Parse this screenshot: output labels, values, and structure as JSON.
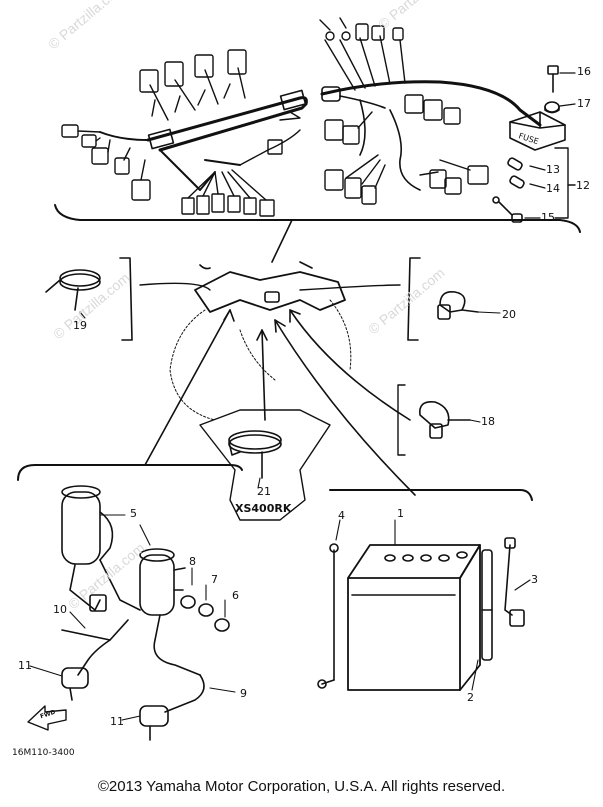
{
  "diagram": {
    "part_labels": [
      {
        "id": "label-1",
        "text": "1"
      },
      {
        "id": "label-2",
        "text": "2"
      },
      {
        "id": "label-3",
        "text": "3"
      },
      {
        "id": "label-4",
        "text": "4"
      },
      {
        "id": "label-5",
        "text": "5"
      },
      {
        "id": "label-6",
        "text": "6"
      },
      {
        "id": "label-7",
        "text": "7"
      },
      {
        "id": "label-8",
        "text": "8"
      },
      {
        "id": "label-9",
        "text": "9"
      },
      {
        "id": "label-10",
        "text": "10"
      },
      {
        "id": "label-11a",
        "text": "11"
      },
      {
        "id": "label-11b",
        "text": "11"
      },
      {
        "id": "label-12",
        "text": "12"
      },
      {
        "id": "label-13",
        "text": "13"
      },
      {
        "id": "label-14",
        "text": "14"
      },
      {
        "id": "label-15",
        "text": "15"
      },
      {
        "id": "label-16",
        "text": "16"
      },
      {
        "id": "label-17",
        "text": "17"
      },
      {
        "id": "label-18",
        "text": "18"
      },
      {
        "id": "label-19",
        "text": "19"
      },
      {
        "id": "label-20",
        "text": "20"
      },
      {
        "id": "label-21",
        "text": "21"
      }
    ],
    "variant_label": "XS400RK",
    "part_code": "16M110-3400",
    "forward_arrow": "FWD",
    "fuse_box_text": "FUSE",
    "watermark_text": "© Partzilla.com"
  },
  "footer": {
    "copyright": "©2013  Yamaha Motor Corporation, U.S.A. All rights reserved."
  }
}
